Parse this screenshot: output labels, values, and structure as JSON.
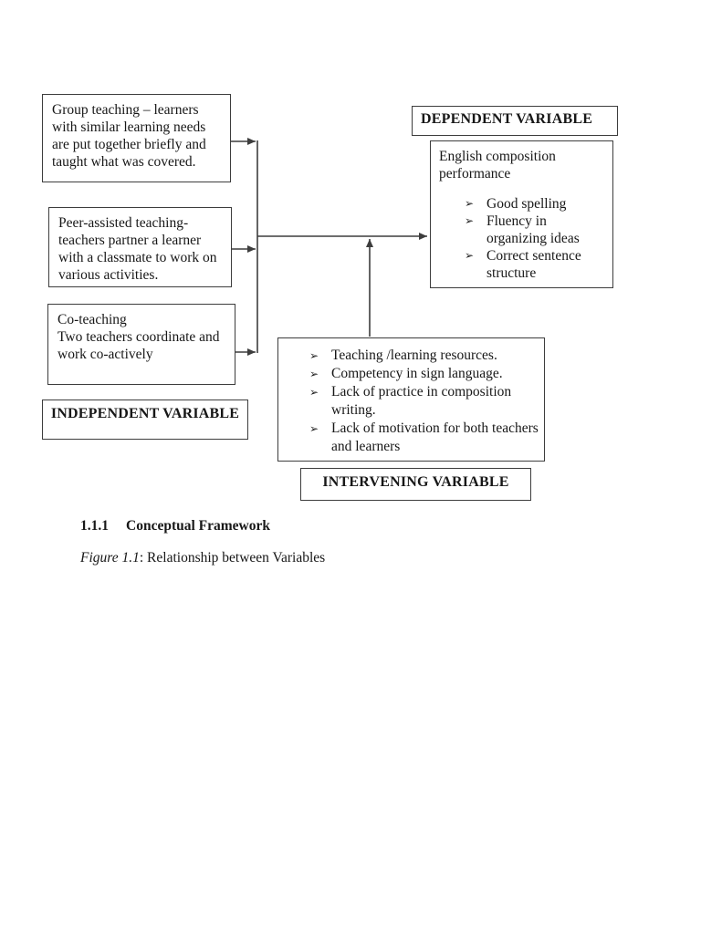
{
  "diagram": {
    "independent": {
      "label": "INDEPENDENT VARIABLE",
      "box_group_teaching": "Group teaching – learners with similar learning needs are put together briefly and taught what was covered.",
      "box_peer_assisted": "Peer-assisted teaching- teachers partner a learner with a classmate to work on various activities.",
      "box_co_teaching_title": "Co-teaching",
      "box_co_teaching_text": "Two teachers coordinate and work co-actively"
    },
    "dependent": {
      "label": "DEPENDENT VARIABLE",
      "title": "English composition performance",
      "bullet": "➢",
      "items": [
        "Good spelling",
        "Fluency in organizing ideas",
        "Correct sentence structure"
      ]
    },
    "intervening": {
      "label": "INTERVENING VARIABLE",
      "bullet": "➢",
      "items": [
        "Teaching /learning resources.",
        "Competency in sign language.",
        "Lack of practice in composition writing.",
        "Lack of motivation for both teachers and learners"
      ]
    }
  },
  "caption": {
    "section_number": "1.1.1",
    "section_title": "Conceptual Framework",
    "figure_label": "Figure 1.1",
    "figure_text": ": Relationship between Variables"
  },
  "colors": {
    "background": "#ffffff",
    "border": "#3d3d3d",
    "line": "#3d3d3d",
    "text": "#171717"
  }
}
